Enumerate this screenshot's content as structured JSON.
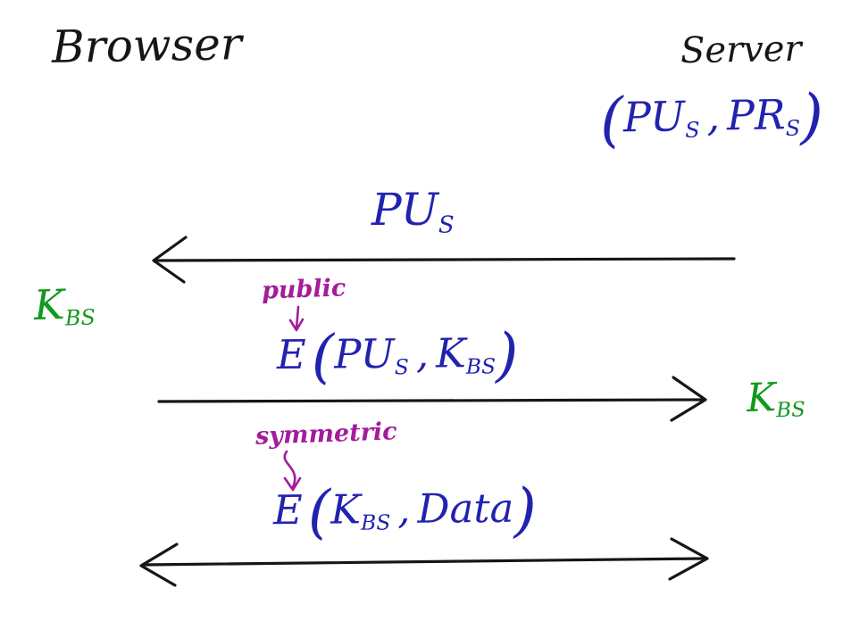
{
  "nodes": {
    "browser": "Browser",
    "server": "Server",
    "server_keys": {
      "open": "(",
      "pu_base": "PU",
      "pu_sub": "S",
      "comma": ",",
      "pr_base": "PR",
      "pr_sub": "S",
      "close": ")"
    }
  },
  "side_keys": {
    "left": {
      "base": "K",
      "sub": "BS"
    },
    "right": {
      "base": "K",
      "sub": "BS"
    }
  },
  "messages": [
    {
      "name": "server-sends-public-key",
      "direction": "server-to-browser",
      "label_base": "PU",
      "label_sub": "S"
    },
    {
      "name": "browser-sends-encrypted-session-key",
      "direction": "browser-to-server",
      "annotation": "public",
      "fn": "E",
      "open": "(",
      "arg1_base": "PU",
      "arg1_sub": "S",
      "comma": ",",
      "arg2_base": "K",
      "arg2_sub": "BS",
      "close": ")"
    },
    {
      "name": "encrypted-data-exchange",
      "direction": "bidirectional",
      "annotation": "symmetric",
      "fn": "E",
      "open": "(",
      "arg1_base": "K",
      "arg1_sub": "BS",
      "comma": ",",
      "arg2_base": "Data",
      "close": ")"
    }
  ],
  "colors": {
    "ink": "#161616",
    "formula_blue": "#2222b0",
    "key_green": "#12991d",
    "annotation_purple": "#a51b9b"
  }
}
